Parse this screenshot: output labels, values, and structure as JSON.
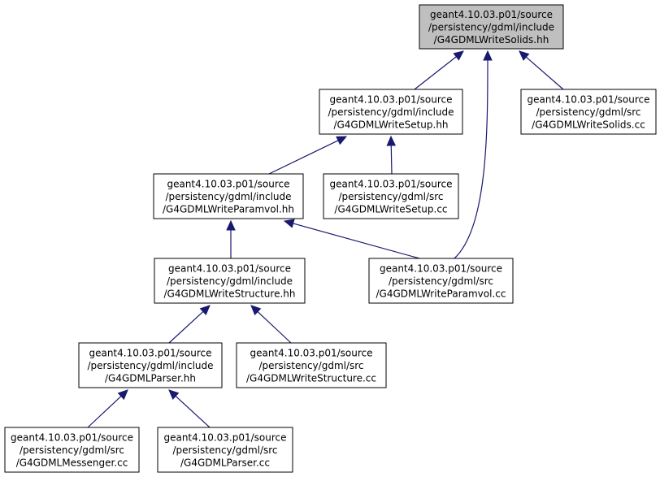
{
  "colors": {
    "node_fill": "#ffffff",
    "highlight_fill": "#bfbfbf",
    "border": "#000000",
    "edge": "#191970"
  },
  "nodes": [
    {
      "id": "wsolids_hh",
      "lines": [
        "geant4.10.03.p01/source",
        "/persistency/gdml/include",
        "/G4GDMLWriteSolids.hh"
      ],
      "highlight": true
    },
    {
      "id": "wsetup_hh",
      "lines": [
        "geant4.10.03.p01/source",
        "/persistency/gdml/include",
        "/G4GDMLWriteSetup.hh"
      ]
    },
    {
      "id": "wsolids_cc",
      "lines": [
        "geant4.10.03.p01/source",
        "/persistency/gdml/src",
        "/G4GDMLWriteSolids.cc"
      ]
    },
    {
      "id": "wparamvol_hh",
      "lines": [
        "geant4.10.03.p01/source",
        "/persistency/gdml/include",
        "/G4GDMLWriteParamvol.hh"
      ]
    },
    {
      "id": "wsetup_cc",
      "lines": [
        "geant4.10.03.p01/source",
        "/persistency/gdml/src",
        "/G4GDMLWriteSetup.cc"
      ]
    },
    {
      "id": "wstructure_hh",
      "lines": [
        "geant4.10.03.p01/source",
        "/persistency/gdml/include",
        "/G4GDMLWriteStructure.hh"
      ]
    },
    {
      "id": "wparamvol_cc",
      "lines": [
        "geant4.10.03.p01/source",
        "/persistency/gdml/src",
        "/G4GDMLWriteParamvol.cc"
      ]
    },
    {
      "id": "parser_hh",
      "lines": [
        "geant4.10.03.p01/source",
        "/persistency/gdml/include",
        "/G4GDMLParser.hh"
      ]
    },
    {
      "id": "wstructure_cc",
      "lines": [
        "geant4.10.03.p01/source",
        "/persistency/gdml/src",
        "/G4GDMLWriteStructure.cc"
      ]
    },
    {
      "id": "messenger_cc",
      "lines": [
        "geant4.10.03.p01/source",
        "/persistency/gdml/src",
        "/G4GDMLMessenger.cc"
      ]
    },
    {
      "id": "parser_cc",
      "lines": [
        "geant4.10.03.p01/source",
        "/persistency/gdml/src",
        "/G4GDMLParser.cc"
      ]
    }
  ],
  "edges": [
    {
      "from": "wsetup_hh",
      "to": "wsolids_hh"
    },
    {
      "from": "wsolids_cc",
      "to": "wsolids_hh"
    },
    {
      "from": "wparamvol_cc",
      "to": "wsolids_hh"
    },
    {
      "from": "wparamvol_hh",
      "to": "wsetup_hh"
    },
    {
      "from": "wsetup_cc",
      "to": "wsetup_hh"
    },
    {
      "from": "wstructure_hh",
      "to": "wparamvol_hh"
    },
    {
      "from": "wparamvol_cc",
      "to": "wparamvol_hh"
    },
    {
      "from": "parser_hh",
      "to": "wstructure_hh"
    },
    {
      "from": "wstructure_cc",
      "to": "wstructure_hh"
    },
    {
      "from": "messenger_cc",
      "to": "parser_hh"
    },
    {
      "from": "parser_cc",
      "to": "parser_hh"
    }
  ]
}
